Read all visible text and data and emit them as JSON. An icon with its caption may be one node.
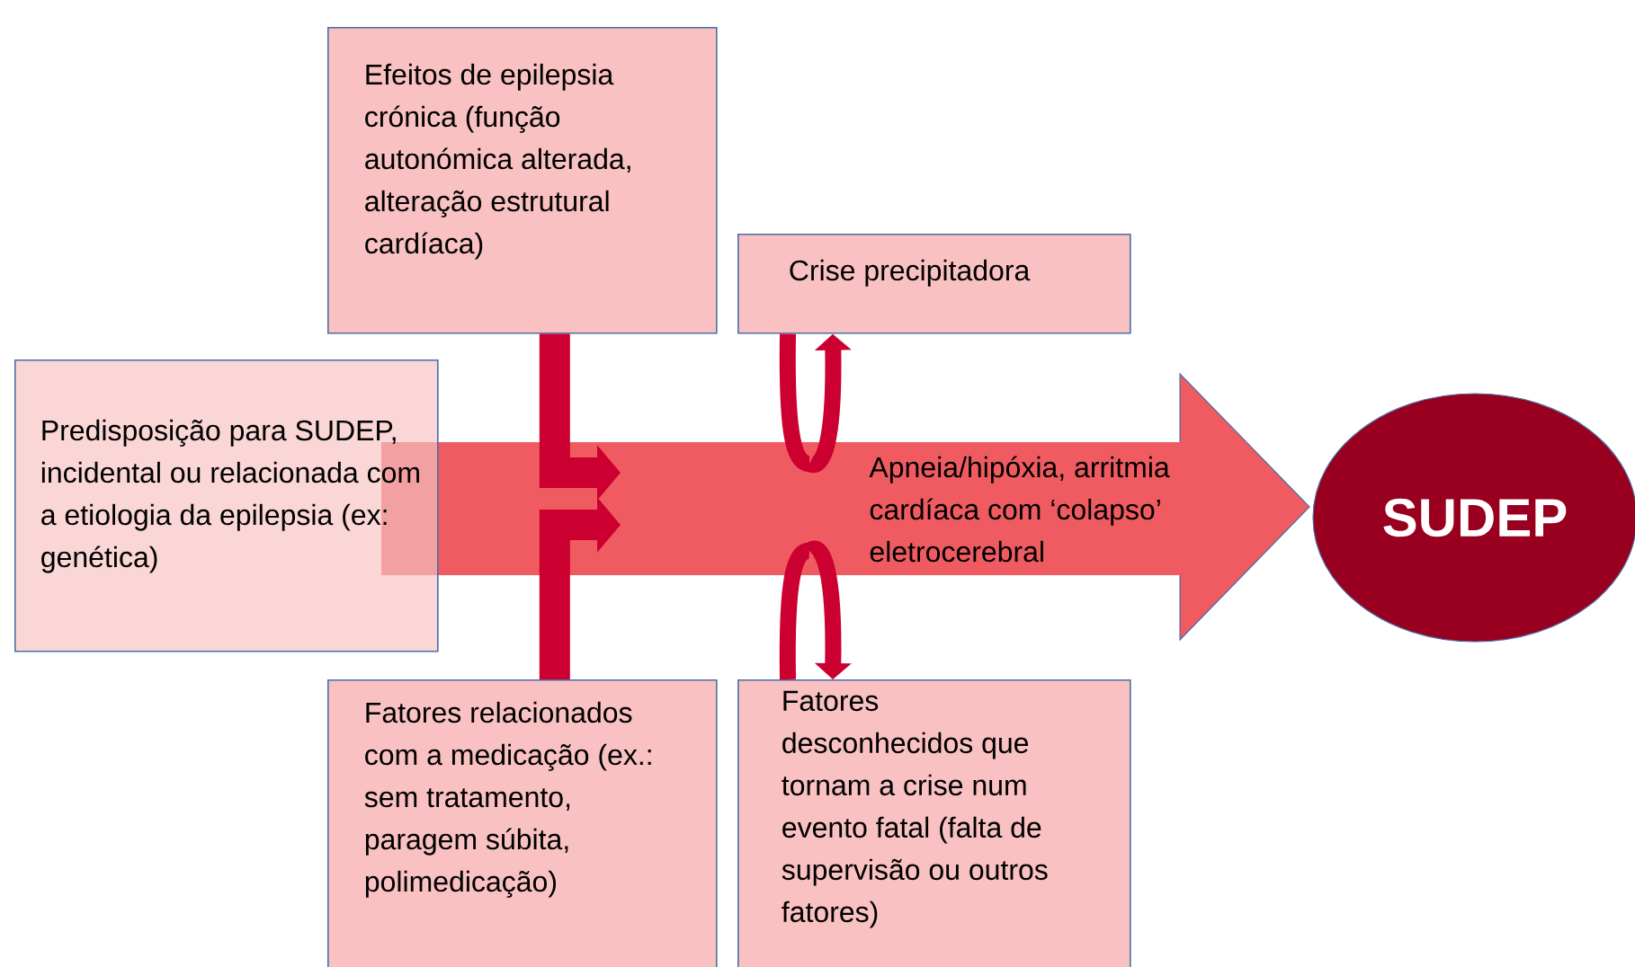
{
  "diagram": {
    "nodes": [
      {
        "text": [
          "Predisposição para SUDEP, incidental ou relacionada com a etiologia da epilepsia (ex: genética)"
        ]
      },
      {
        "text": [
          "Efeitos de epilepsia crónica (função autonómica alterada, alteração estrutural cardíaca)"
        ]
      },
      {
        "text": [
          "Crise precipitadora"
        ]
      },
      {
        "text": [
          "Apneia/hipóxia, arritmia cardíaca com ‘colapso’ eletrocerebral"
        ]
      },
      {
        "text": [
          "SUDEP"
        ]
      },
      {
        "text": [
          "Fatores relacionados com a medicação (ex.: sem tratamento, paragem súbita, polimedicação)"
        ]
      },
      {
        "text": [
          "Fatores desconhecidos que tornam a crise num evento fatal (falta de supervisão ou outros fatores)"
        ]
      }
    ],
    "edges": [
      {
        "from": 1,
        "to": 3,
        "arrow": "to",
        "style": "thick"
      },
      {
        "from": 5,
        "to": 3,
        "arrow": "to",
        "style": "thick"
      },
      {
        "from": 3,
        "to": 2,
        "arrow": "to"
      },
      {
        "from": 3,
        "to": 6,
        "arrow": "to"
      }
    ]
  }
}
